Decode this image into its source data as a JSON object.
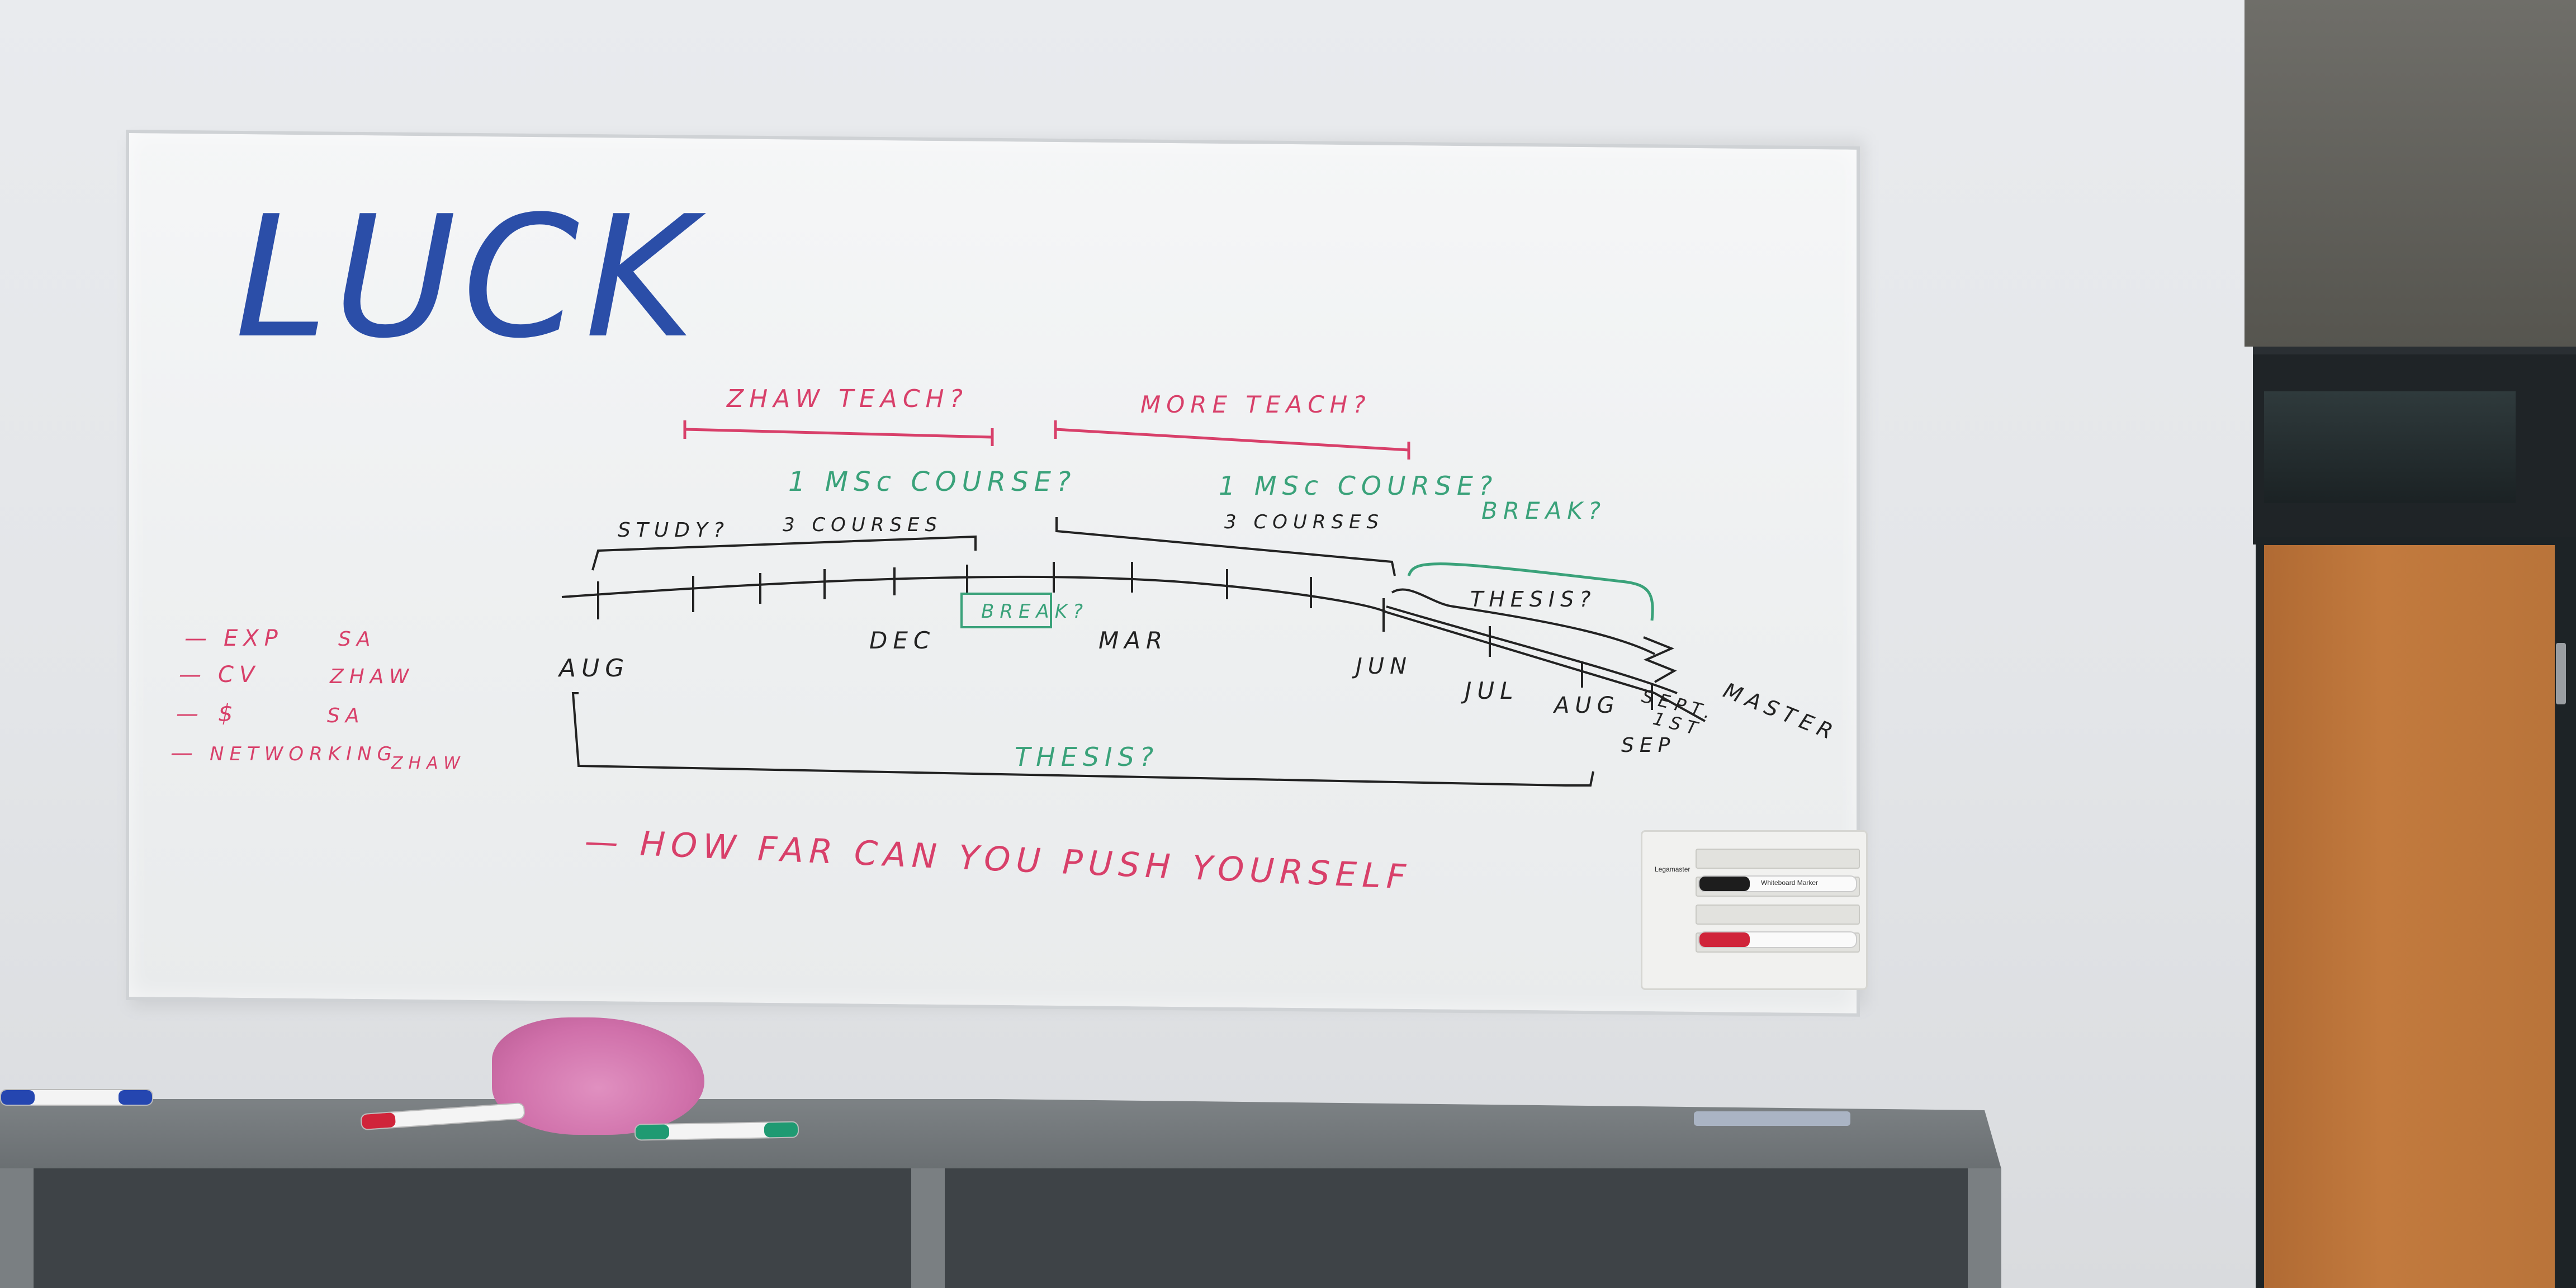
{
  "whiteboard": {
    "title": "LUCK",
    "top_bars": [
      {
        "label": "ZHAW TEACH?",
        "color": "#d8406a"
      },
      {
        "label": "MORE TEACH?",
        "color": "#d8406a"
      }
    ],
    "green_notes": [
      "1 MSc COURSE?",
      "1 MSc COURSE?",
      "BREAK?",
      "BREAK?",
      "THESIS?",
      "THESIS?"
    ],
    "black_notes": [
      "STUDY?",
      "3 COURSES",
      "3 COURSES"
    ],
    "months": [
      "AUG",
      "DEC",
      "MAR",
      "JUN",
      "JUL",
      "AUG",
      "SEP"
    ],
    "branch_labels": [
      "SEPT.",
      "1ST",
      "MASTER"
    ],
    "left_list": [
      "EXP",
      "SA",
      "CV",
      "ZHAW",
      "$",
      "SA",
      "NETWORKING",
      "ZHAW"
    ],
    "bottom_note": "— HOW FAR CAN YOU PUSH YOURSELF",
    "colors": {
      "blue": "#2b4ea8",
      "red": "#d8406a",
      "green": "#3aa27a",
      "black": "#222222"
    }
  },
  "tray_brand": "Legamaster",
  "tray_marker_label": "Whiteboard Marker"
}
